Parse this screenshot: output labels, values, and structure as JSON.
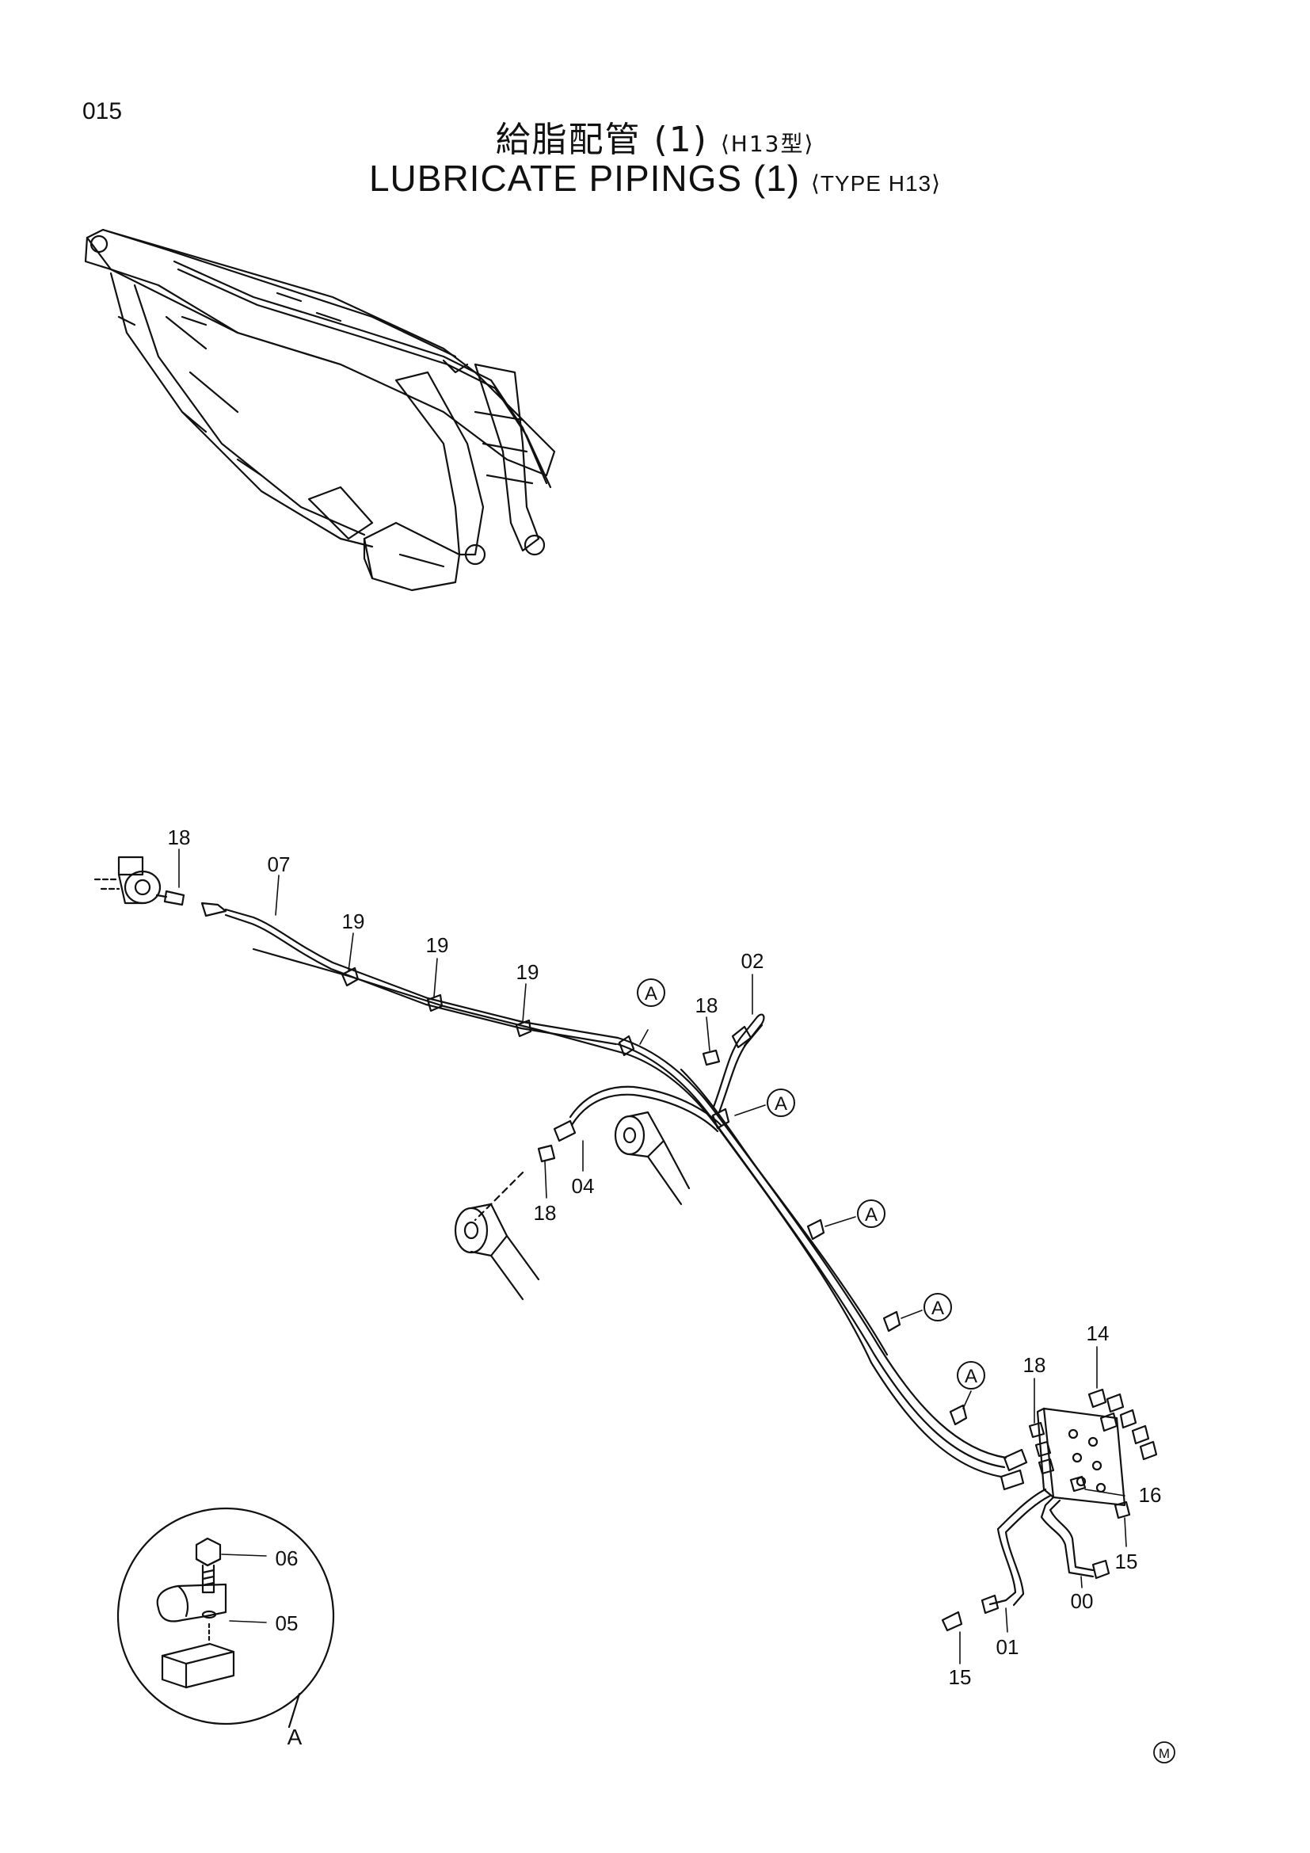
{
  "header": {
    "page_number": "015",
    "title_jp": "給脂配管 (1)",
    "title_jp_suffix": "⟨H13型⟩",
    "title_en": "LUBRICATE PIPINGS (1)",
    "title_en_suffix": "⟨TYPE H13⟩"
  },
  "callouts": [
    {
      "id": "c18a",
      "label": "18"
    },
    {
      "id": "c07",
      "label": "07"
    },
    {
      "id": "c19a",
      "label": "19"
    },
    {
      "id": "c19b",
      "label": "19"
    },
    {
      "id": "c19c",
      "label": "19"
    },
    {
      "id": "c02",
      "label": "02"
    },
    {
      "id": "c18b",
      "label": "18"
    },
    {
      "id": "c04",
      "label": "04"
    },
    {
      "id": "c18c",
      "label": "18"
    },
    {
      "id": "c14",
      "label": "14"
    },
    {
      "id": "c18d",
      "label": "18"
    },
    {
      "id": "c16",
      "label": "16"
    },
    {
      "id": "c15a",
      "label": "15"
    },
    {
      "id": "c00",
      "label": "00"
    },
    {
      "id": "c01",
      "label": "01"
    },
    {
      "id": "c15b",
      "label": "15"
    },
    {
      "id": "c06",
      "label": "06"
    },
    {
      "id": "c05",
      "label": "05"
    }
  ],
  "view_markers": [
    "A",
    "A",
    "A",
    "A",
    "A"
  ],
  "detail_view_label": "A",
  "maker_mark": "M"
}
